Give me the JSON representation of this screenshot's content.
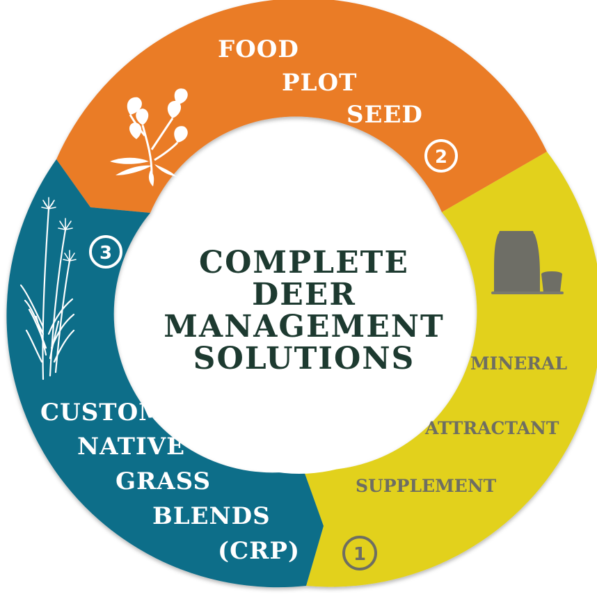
{
  "center": {
    "lines": [
      "COMPLETE",
      "DEER",
      "MANAGEMENT",
      "SOLUTIONS"
    ]
  },
  "segments": [
    {
      "number": "1",
      "color": "#e2d11f",
      "labels": [
        "MINERAL",
        "ATTRACTANT",
        "SUPPLEMENT"
      ],
      "icon": "feed-bag-icon"
    },
    {
      "number": "2",
      "color": "#ea7b27",
      "labels": [
        "FOOD",
        "PLOT",
        "SEED"
      ],
      "icon": "seedling-plant-icon"
    },
    {
      "number": "3",
      "color": "#106e89",
      "labels": [
        "CUSTOM",
        "NATIVE",
        "GRASS",
        "BLENDS",
        "(CRP)"
      ],
      "icon": "native-grass-icon"
    }
  ]
}
